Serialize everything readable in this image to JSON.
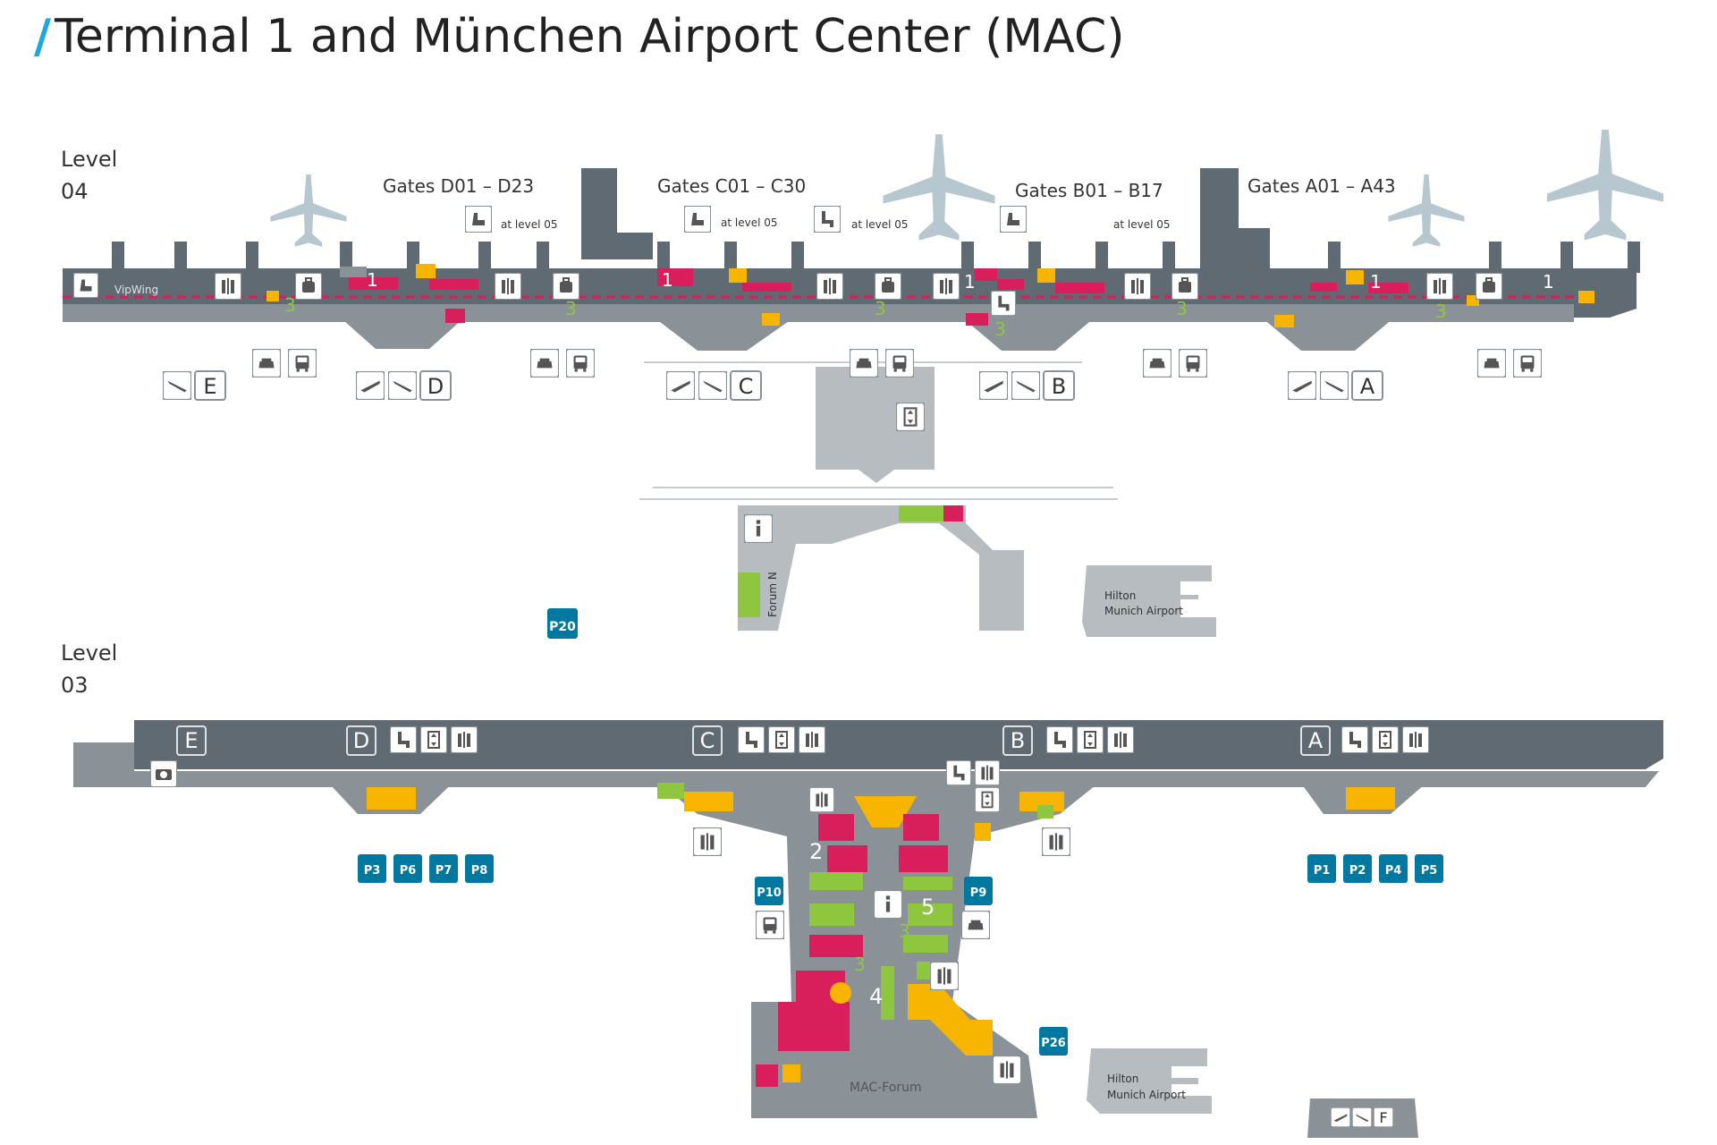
{
  "title": "Terminal 1 and München Airport Center (MAC)",
  "colors": {
    "accent": "#1ea7e1",
    "dark": "#606a72",
    "mid": "#8a9298",
    "light": "#b6bcc0",
    "shops": "#d81e5b",
    "food": "#f7b500",
    "green": "#8ec63f",
    "parking": "#00789f",
    "plane": "#b7c7cf"
  },
  "level04": {
    "label": "Level\n04",
    "gates_d": "Gates D01 – D23",
    "gates_c": "Gates C01 – C30",
    "gates_b": "Gates B01 – B17",
    "gates_a": "Gates A01 – A43",
    "at_level_05": "at level 05",
    "vip_wing": "VipWing",
    "forum": "Forum N",
    "hilton": [
      "Hilton",
      "Munich Airport"
    ],
    "num_1": "1",
    "num_3": "3"
  },
  "level03": {
    "label": "Level\n03",
    "mac_forum": "MAC-Forum",
    "hilton": [
      "Hilton",
      "Munich Airport"
    ],
    "num_2": "2",
    "num_3": "3",
    "num_4": "4",
    "num_5": "5"
  },
  "modules": [
    "A",
    "B",
    "C",
    "D",
    "E",
    "F"
  ],
  "parking": [
    "P1",
    "P2",
    "P3",
    "P4",
    "P5",
    "P6",
    "P7",
    "P8",
    "P10",
    "P9",
    "P20",
    "P26"
  ],
  "icons": [
    "plane-departure-icon",
    "plane-arrival-icon",
    "car-icon",
    "bus-icon",
    "restroom-icon",
    "luggage-icon",
    "lounge-icon",
    "escalator-icon",
    "elevator-icon",
    "info-icon",
    "camera-icon",
    "baby-icon",
    "wheelchair-icon"
  ]
}
